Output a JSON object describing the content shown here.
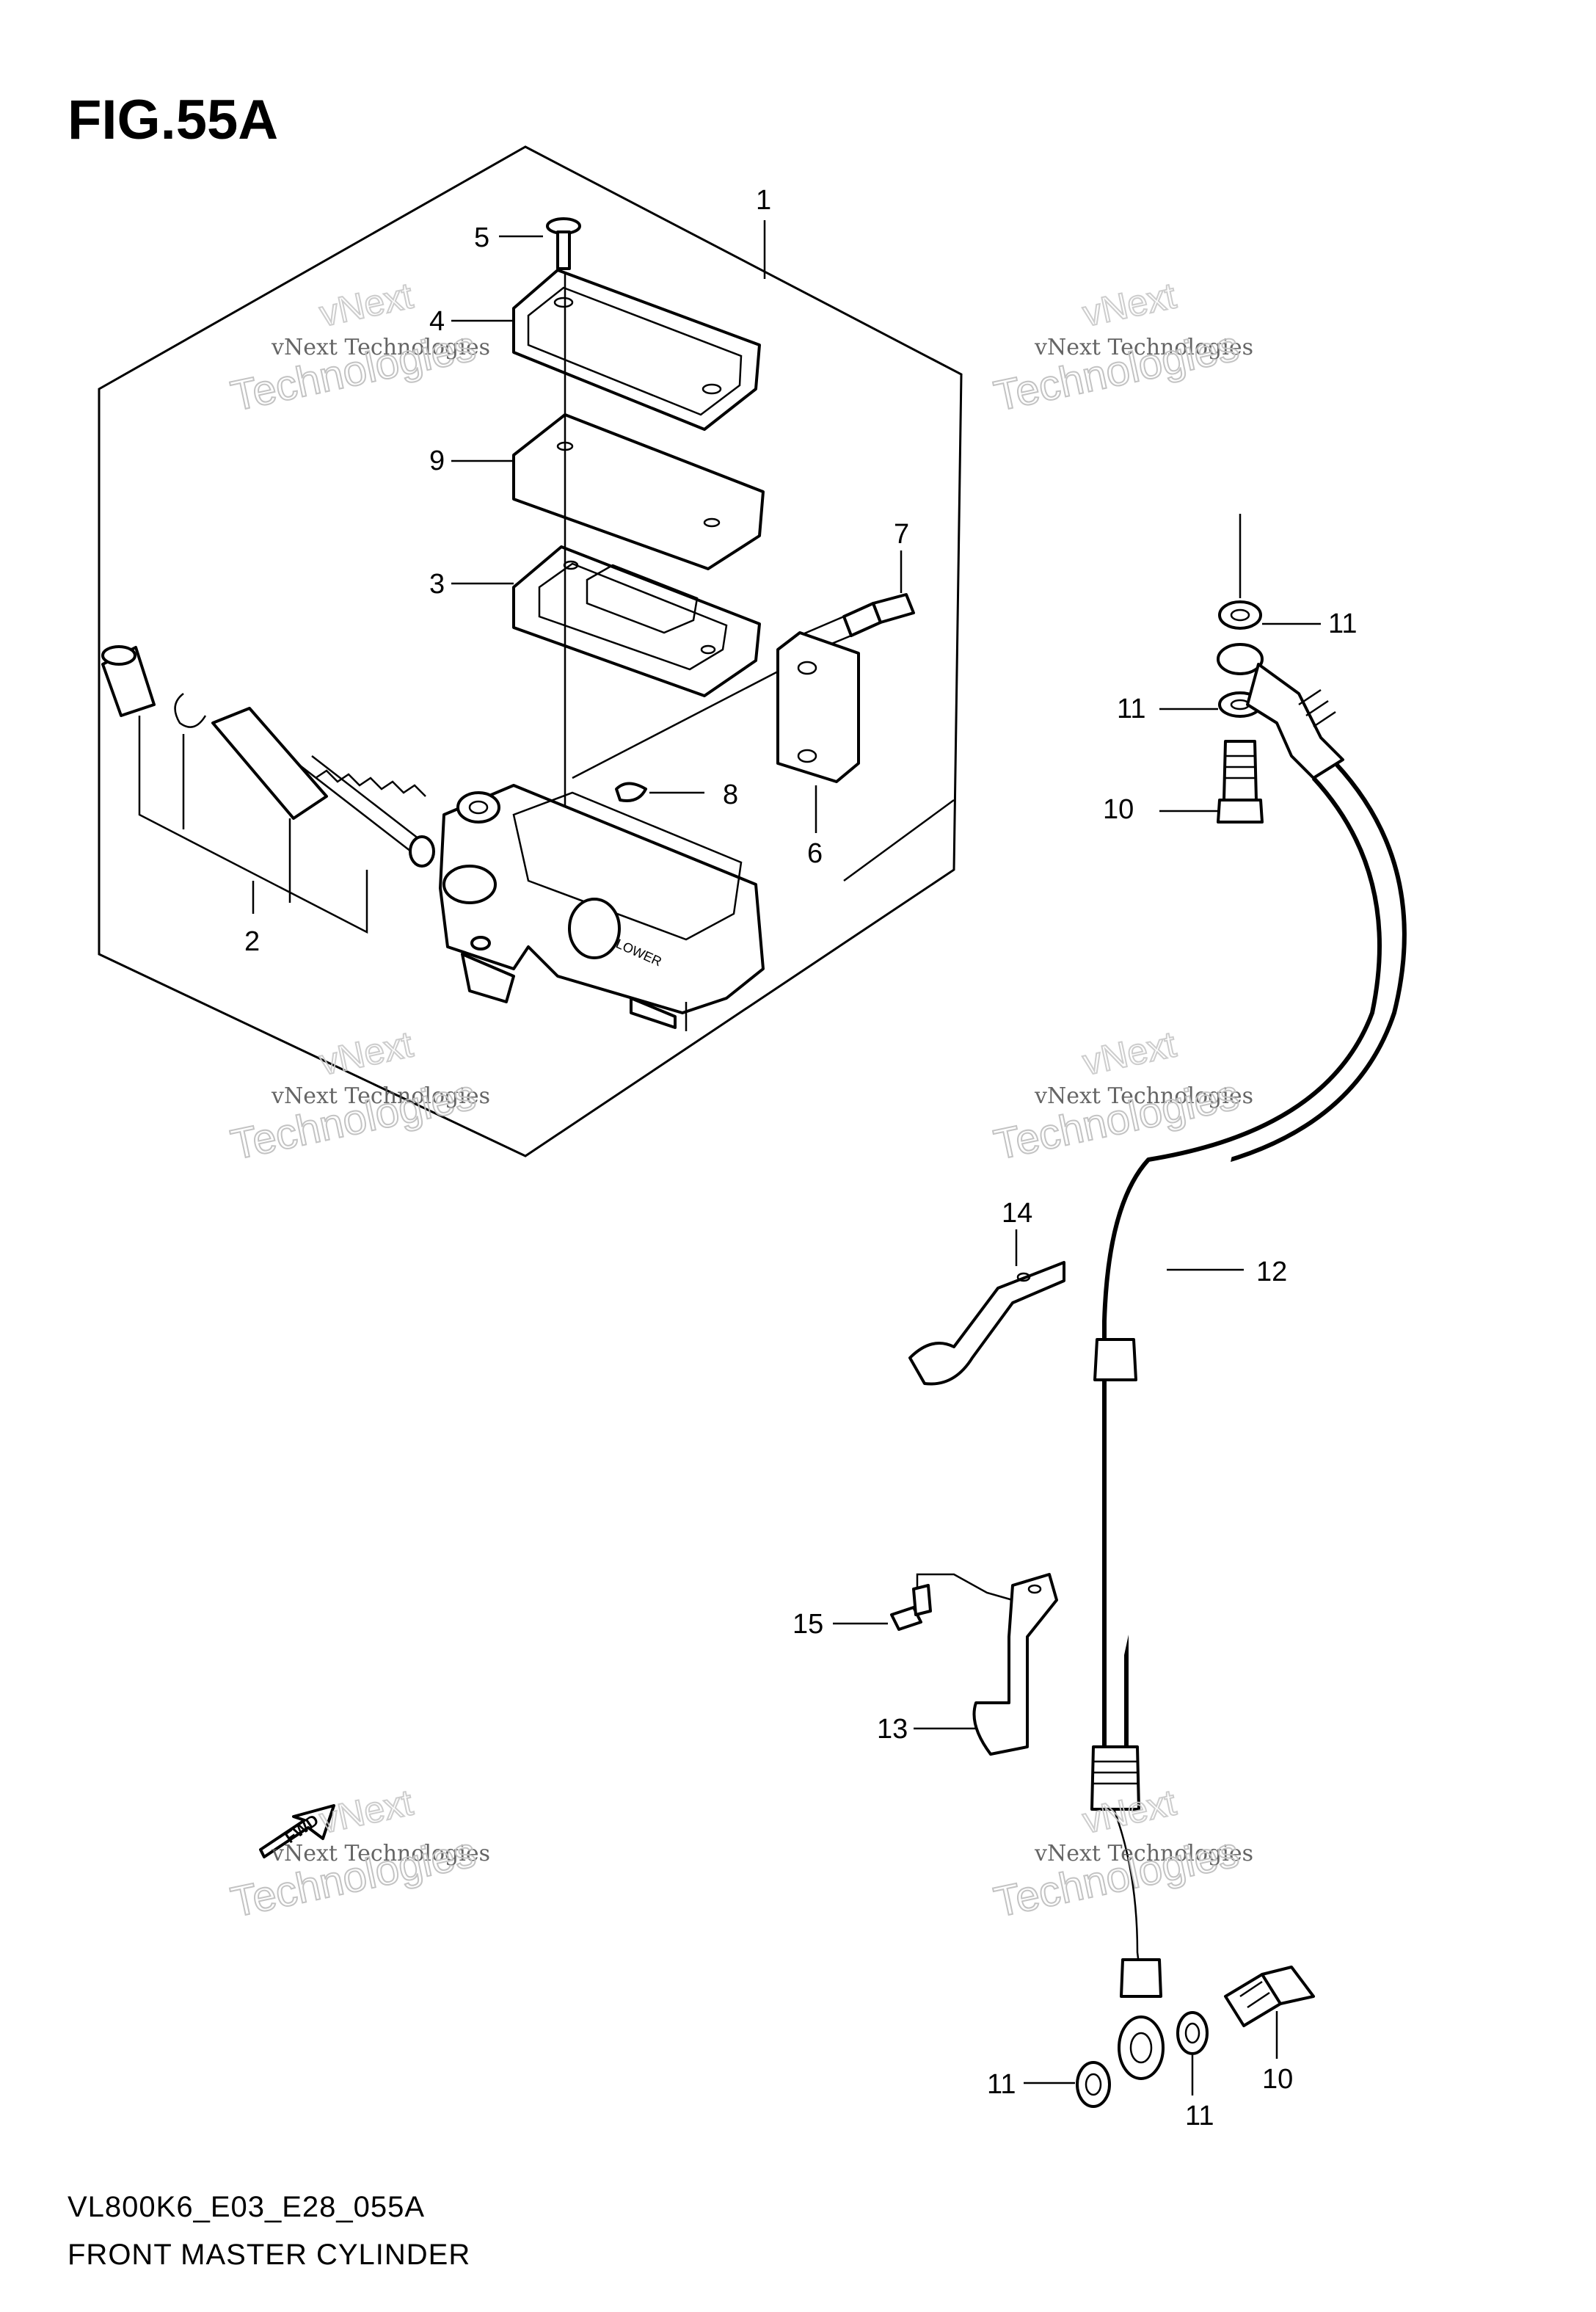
{
  "figure": {
    "title": "FIG.55A",
    "model_code": "VL800K6_E03_E28_055A",
    "name": "FRONT MASTER CYLINDER"
  },
  "callouts": [
    "1",
    "2",
    "3",
    "4",
    "5",
    "6",
    "7",
    "8",
    "9",
    "10",
    "10",
    "11",
    "11",
    "11",
    "11",
    "12",
    "13",
    "14",
    "15"
  ],
  "labels": {
    "fwd": "FWD",
    "lower": "LOWER"
  },
  "watermark": {
    "company": "vNext Technologies",
    "word1": "vNext",
    "word2": "Technologies"
  }
}
